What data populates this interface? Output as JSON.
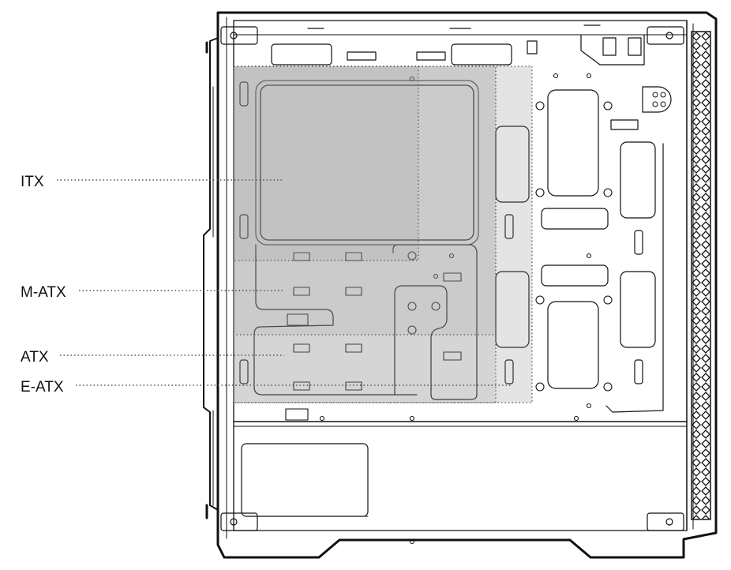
{
  "diagram": {
    "kind": "pc-case-side-panel-motherboard-support",
    "form_factors": [
      {
        "label": "ITX"
      },
      {
        "label": "M-ATX"
      },
      {
        "label": "ATX"
      },
      {
        "label": "E-ATX"
      }
    ]
  },
  "colors": {
    "background": "#ffffff",
    "line": "#111111",
    "zone_fill": "#8f8f8f",
    "leader": "#555555"
  }
}
